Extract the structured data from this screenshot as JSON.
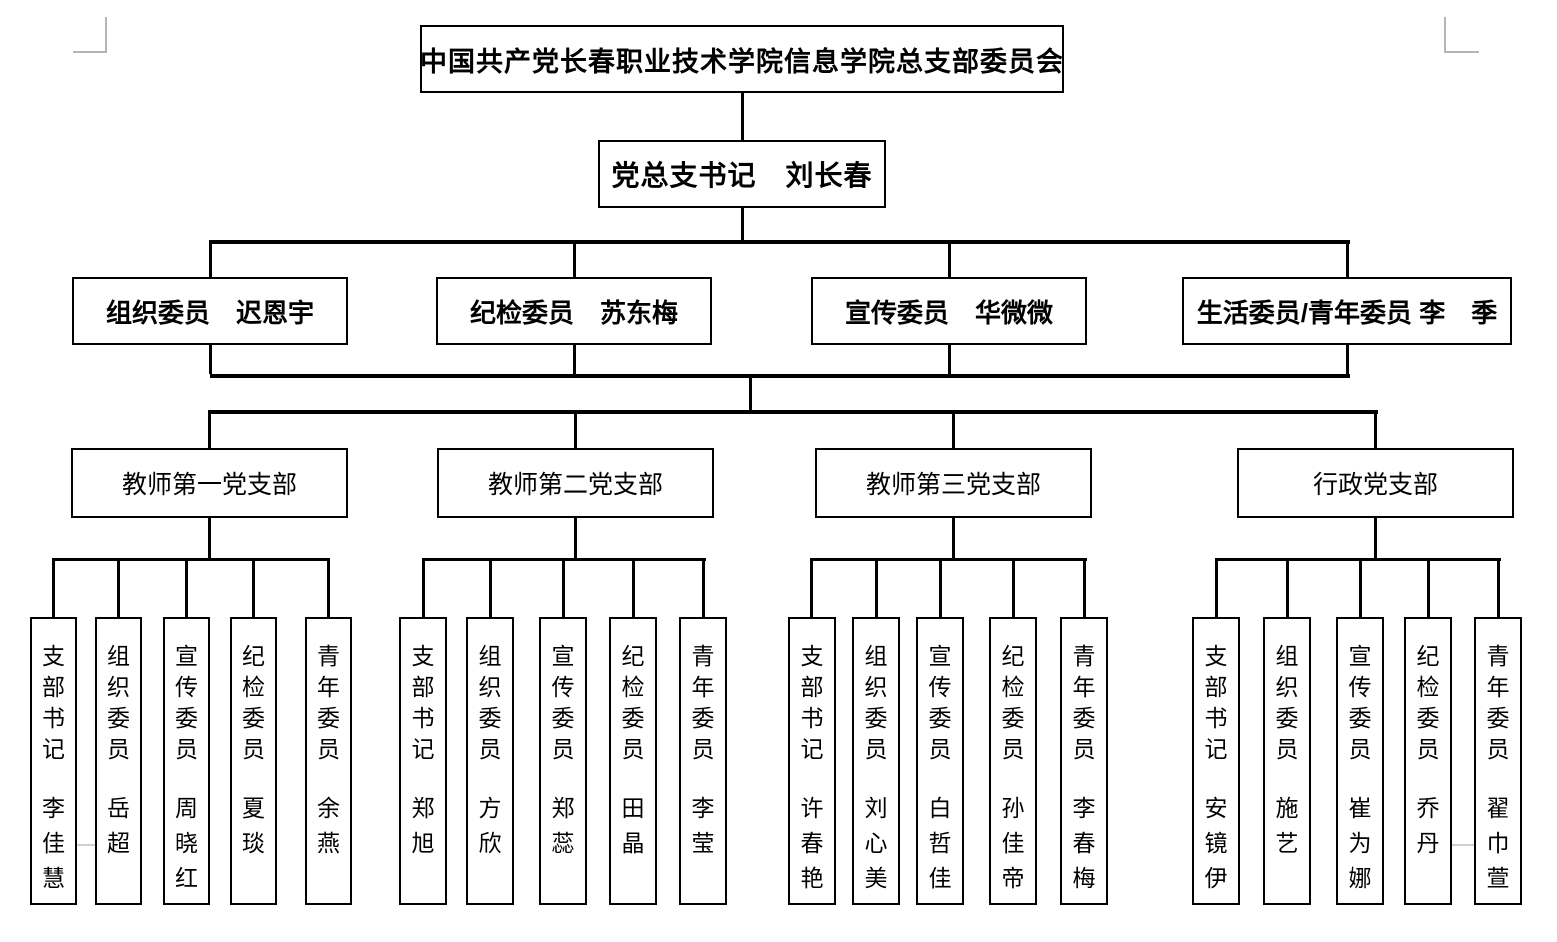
{
  "org": {
    "root": {
      "title": "中国共产党长春职业技术学院信息学院总支部委员会"
    },
    "secretary": {
      "label": "党总支书记　刘长春"
    },
    "committee": [
      {
        "label": "组织委员　迟恩宇"
      },
      {
        "label": "纪检委员　苏东梅"
      },
      {
        "label": "宣传委员　华微微"
      },
      {
        "label": "生活委员/青年委员 李　季"
      }
    ],
    "branches": [
      {
        "name": "教师第一党支部",
        "members": [
          {
            "role": "支部书记",
            "name": "李佳慧"
          },
          {
            "role": "组织委员",
            "name": "岳超"
          },
          {
            "role": "宣传委员",
            "name": "周晓红"
          },
          {
            "role": "纪检委员",
            "name": "夏琰"
          },
          {
            "role": "青年委员",
            "name": "余燕"
          }
        ]
      },
      {
        "name": "教师第二党支部",
        "members": [
          {
            "role": "支部书记",
            "name": "郑旭"
          },
          {
            "role": "组织委员",
            "name": "方欣"
          },
          {
            "role": "宣传委员",
            "name": "郑蕊"
          },
          {
            "role": "纪检委员",
            "name": "田晶"
          },
          {
            "role": "青年委员",
            "name": "李莹"
          }
        ]
      },
      {
        "name": "教师第三党支部",
        "members": [
          {
            "role": "支部书记",
            "name": "许春艳"
          },
          {
            "role": "组织委员",
            "name": "刘心美"
          },
          {
            "role": "宣传委员",
            "name": "白哲佳"
          },
          {
            "role": "纪检委员",
            "name": "孙佳帝"
          },
          {
            "role": "青年委员",
            "name": "李春梅"
          }
        ]
      },
      {
        "name": "行政党支部",
        "members": [
          {
            "role": "支部书记",
            "name": "安镜伊"
          },
          {
            "role": "组织委员",
            "name": "施艺"
          },
          {
            "role": "宣传委员",
            "name": "崔为娜"
          },
          {
            "role": "纪检委员",
            "name": "乔丹"
          },
          {
            "role": "青年委员",
            "name": "翟巾萱"
          }
        ]
      }
    ]
  },
  "colors": {
    "line": "#000000",
    "box_border": "#000000",
    "background": "#ffffff"
  }
}
